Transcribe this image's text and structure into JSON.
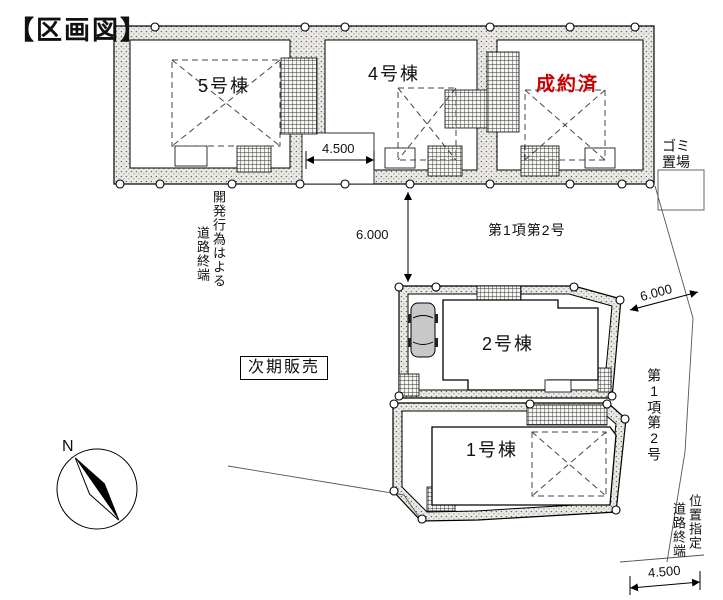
{
  "title": "【区画図】",
  "colors": {
    "sold": "#cc0000",
    "ink": "#000000"
  },
  "lots": {
    "b5": {
      "label": "5号棟"
    },
    "b4": {
      "label": "4号棟"
    },
    "sold": {
      "label": "成約済"
    },
    "b2": {
      "label": "2号棟"
    },
    "b1": {
      "label": "1号棟"
    }
  },
  "dims": {
    "entry_width": "4.500",
    "road_mid": "6.000",
    "road_right": "6.000",
    "road_bottom": "4.500"
  },
  "roads": {
    "mid": "第1項第2号",
    "right": "第1項第2号"
  },
  "notes": {
    "dev_road_1": "開発行為はよる",
    "dev_road_2": "道路終端",
    "next_sale": "次期販売",
    "garbage": "ゴミ置場",
    "designated_1": "位置指定",
    "designated_2": "道路終端",
    "compass": "N"
  }
}
